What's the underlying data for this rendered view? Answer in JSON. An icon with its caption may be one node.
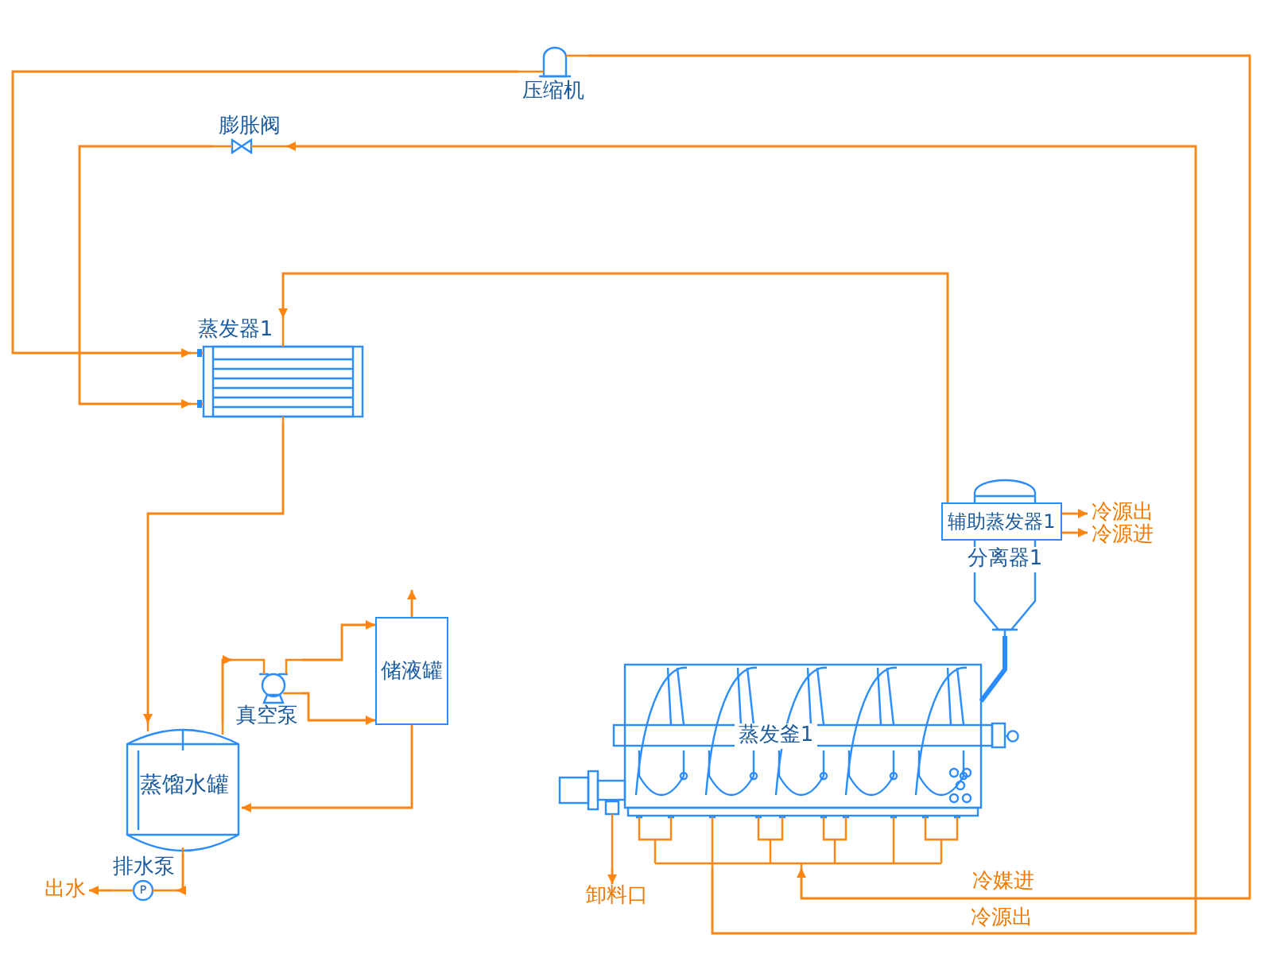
{
  "diagram": {
    "nodes": [
      {
        "text": [
          "压缩机"
        ]
      },
      {
        "text": [
          "膨胀阀"
        ]
      },
      {
        "text": [
          "蒸发器1"
        ]
      },
      {
        "text": [
          "分离器1"
        ]
      },
      {
        "text": [
          "辅助蒸发器1"
        ]
      },
      {
        "text": [
          "蒸发釜1"
        ]
      },
      {
        "text": [
          "储液罐"
        ]
      },
      {
        "text": [
          "真空泵"
        ]
      },
      {
        "text": [
          "蒸馏水罐"
        ]
      },
      {
        "text": [
          "排水泵"
        ]
      },
      {
        "text": [
          "出水"
        ]
      },
      {
        "text": [
          "冷源出"
        ]
      },
      {
        "text": [
          "冷源进"
        ]
      },
      {
        "text": [
          "卸料口"
        ]
      }
    ],
    "edges": [
      {
        "from": 0,
        "to": 2,
        "arrow": "to"
      },
      {
        "from": 0,
        "to": 5,
        "arrow": "to",
        "label": "冷媒进"
      },
      {
        "from": 5,
        "to": 1,
        "arrow": "to",
        "label": "冷源出"
      },
      {
        "from": 1,
        "to": 2,
        "arrow": "to"
      },
      {
        "from": 4,
        "to": 2,
        "arrow": "to"
      },
      {
        "from": 2,
        "to": 8,
        "arrow": "to"
      },
      {
        "from": 3,
        "to": 5,
        "arrow": "none",
        "style": "thick",
        "color": "#2a8cff"
      },
      {
        "from": 8,
        "to": 7,
        "arrow": "to"
      },
      {
        "from": 7,
        "to": 6,
        "arrow": "to"
      },
      {
        "from": 7,
        "to": 6,
        "arrow": "to"
      },
      {
        "from": 6,
        "to": 8,
        "arrow": "to"
      },
      {
        "from": 6,
        "to": null,
        "arrow": "to"
      },
      {
        "from": 8,
        "to": 9,
        "arrow": "to"
      },
      {
        "from": 9,
        "to": 10,
        "arrow": "to"
      },
      {
        "from": 4,
        "to": 11,
        "arrow": "to"
      },
      {
        "from": 4,
        "to": 12,
        "arrow": "to"
      },
      {
        "from": 5,
        "to": 13,
        "arrow": "to"
      }
    ],
    "labels": [
      "P"
    ]
  }
}
